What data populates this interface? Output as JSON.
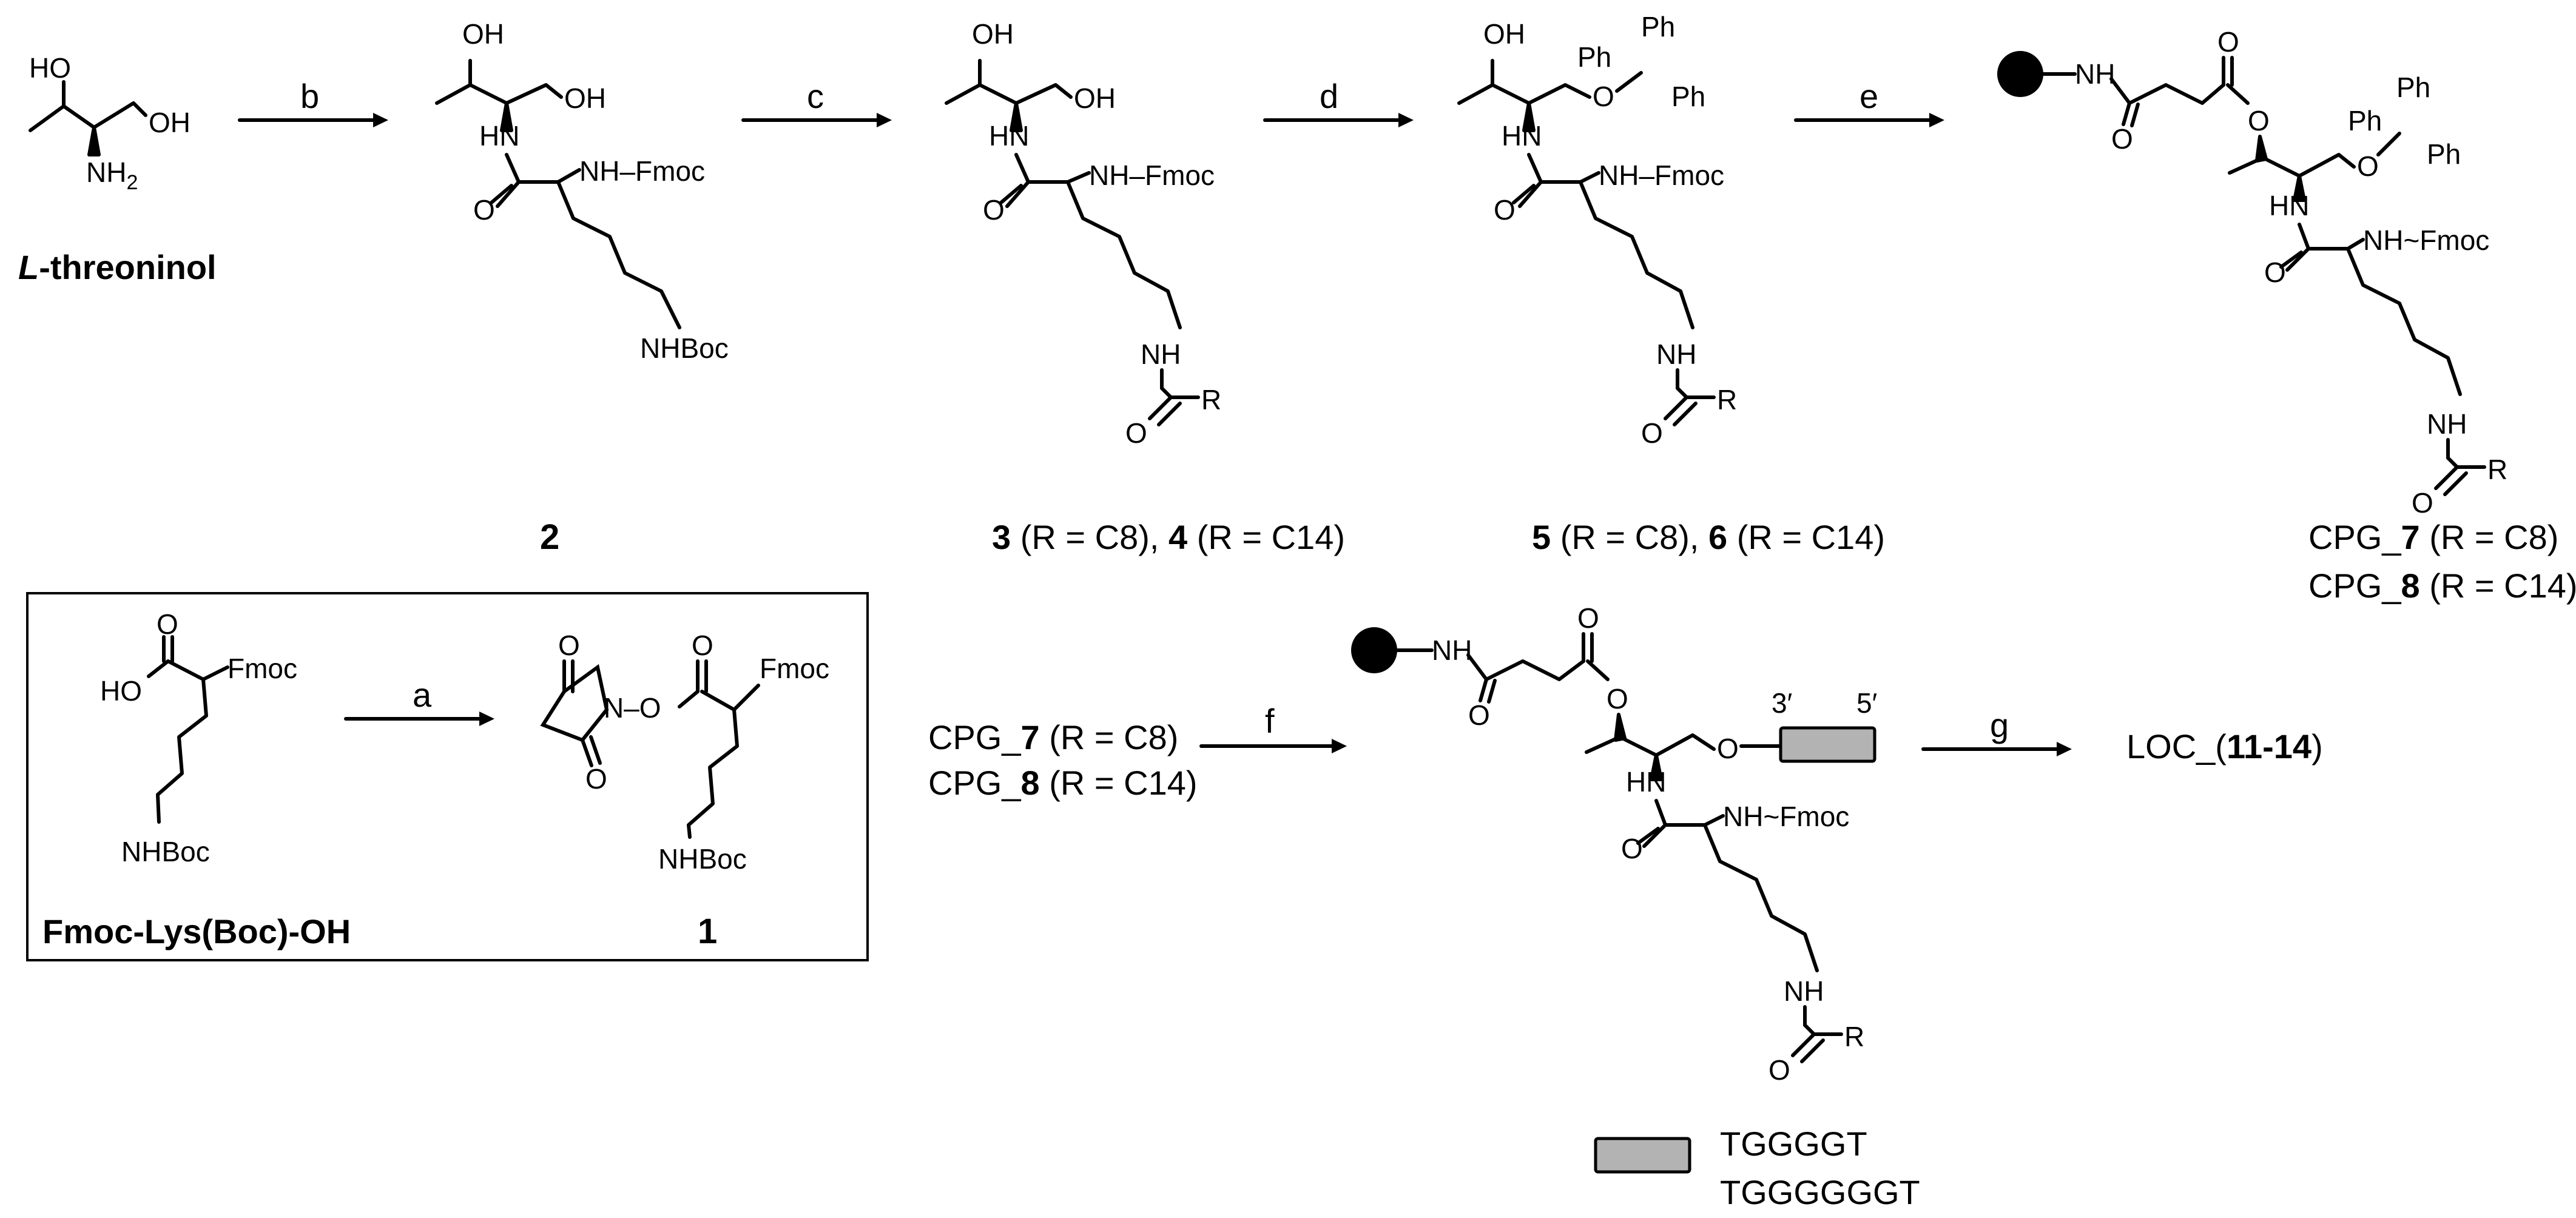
{
  "reagents": {
    "a": "a",
    "b": "b",
    "c": "c",
    "d": "d",
    "e": "e",
    "f": "f",
    "g": "g"
  },
  "atoms": {
    "HO": "HO",
    "OH": "OH",
    "HN": "HN",
    "NH": "NH",
    "NH2": "NH",
    "sub2": "2",
    "O": "O",
    "N": "N",
    "Ph": "Ph",
    "R": "R",
    "NH_Fmoc": "NH–Fmoc",
    "NH_Fmoc_tilde": "NH~Fmoc",
    "Fmoc": "Fmoc",
    "NHBoc": "NHBoc",
    "N_O": "N–O",
    "prime3": "3′",
    "prime5": "5′"
  },
  "compounds": {
    "threoninol_italic": "L",
    "threoninol_rest": "-threoninol",
    "c2": "2",
    "c3": "3",
    "c3_r": " (R = C8), ",
    "c4": "4",
    "c4_r": " (R = C14)",
    "c5": "5",
    "c5_r": " (R = C8), ",
    "c6": "6",
    "c6_r": " (R = C14)",
    "cpg_prefix": "CPG_",
    "c7": "7",
    "c7_r": " (R = C8)",
    "c8": "8",
    "c8_r": " (R = C14)",
    "fmoc_lys": "Fmoc-Lys(Boc)-OH",
    "c1": "1",
    "loc_prefix": "LOC_(",
    "loc_range": "11-14",
    "loc_suffix": ")"
  },
  "sequences": [
    "TGGGGT",
    "TGGGGGGT"
  ]
}
